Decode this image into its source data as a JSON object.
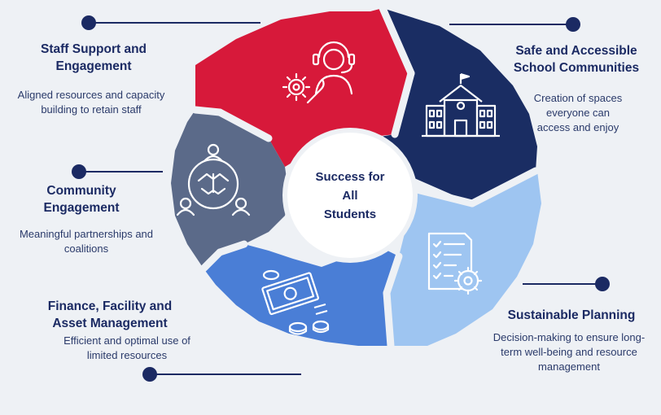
{
  "center": {
    "line1": "Success for",
    "line2": "All",
    "line3": "Students"
  },
  "pillars": [
    {
      "title_line1": "Staff Support and",
      "title_line2": "Engagement",
      "desc_line1": "Aligned resources and capacity",
      "desc_line2": "building to retain staff",
      "color": "#d7193a",
      "icon": "support-agent-gear-icon"
    },
    {
      "title_line1": "Safe and Accessible",
      "title_line2": "School Communities",
      "desc_line1": "Creation of spaces",
      "desc_line2": "everyone can",
      "desc_line3": "access and enjoy",
      "color": "#1a2d63",
      "icon": "school-building-icon"
    },
    {
      "title_line1": "Sustainable Planning",
      "desc_line1": "Decision-making to ensure long-",
      "desc_line2": "term well-being and resource",
      "desc_line3": "management",
      "color": "#9ec5f1",
      "icon": "checklist-gear-icon"
    },
    {
      "title_line1": "Finance, Facility and",
      "title_line2": "Asset Management",
      "desc_line1": "Efficient and optimal use of",
      "desc_line2": "limited resources",
      "color": "#4a7ed6",
      "icon": "money-coins-icon"
    },
    {
      "title_line1": "Community",
      "title_line2": "Engagement",
      "desc_line1": "Meaningful partnerships and",
      "desc_line2": "coalitions",
      "color": "#5b6a89",
      "icon": "community-hands-icon"
    }
  ],
  "accent_color": "#1b2a63",
  "background_color": "#eef1f5"
}
